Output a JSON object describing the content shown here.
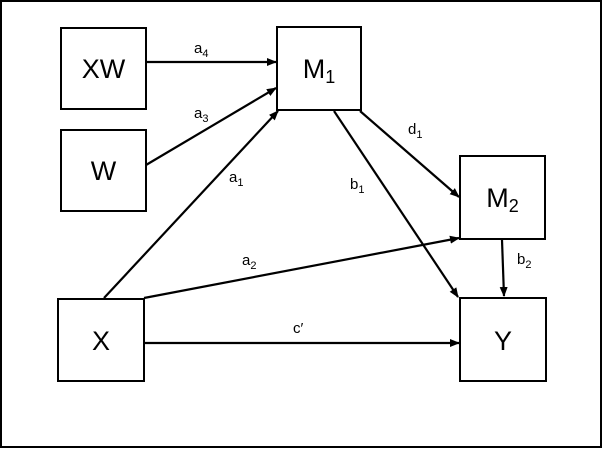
{
  "nodes": {
    "xw": {
      "base": "XW",
      "sub": ""
    },
    "w": {
      "base": "W",
      "sub": ""
    },
    "m1": {
      "base": "M",
      "sub": "1"
    },
    "m2": {
      "base": "M",
      "sub": "2"
    },
    "x": {
      "base": "X",
      "sub": ""
    },
    "y": {
      "base": "Y",
      "sub": ""
    }
  },
  "edges": {
    "a4": {
      "base": "a",
      "sub": "4"
    },
    "a3": {
      "base": "a",
      "sub": "3"
    },
    "a1": {
      "base": "a",
      "sub": "1"
    },
    "b1": {
      "base": "b",
      "sub": "1"
    },
    "d1": {
      "base": "d",
      "sub": "1"
    },
    "a2": {
      "base": "a",
      "sub": "2"
    },
    "b2": {
      "base": "b",
      "sub": "2"
    },
    "cprime": {
      "base": "c′",
      "sub": ""
    }
  }
}
